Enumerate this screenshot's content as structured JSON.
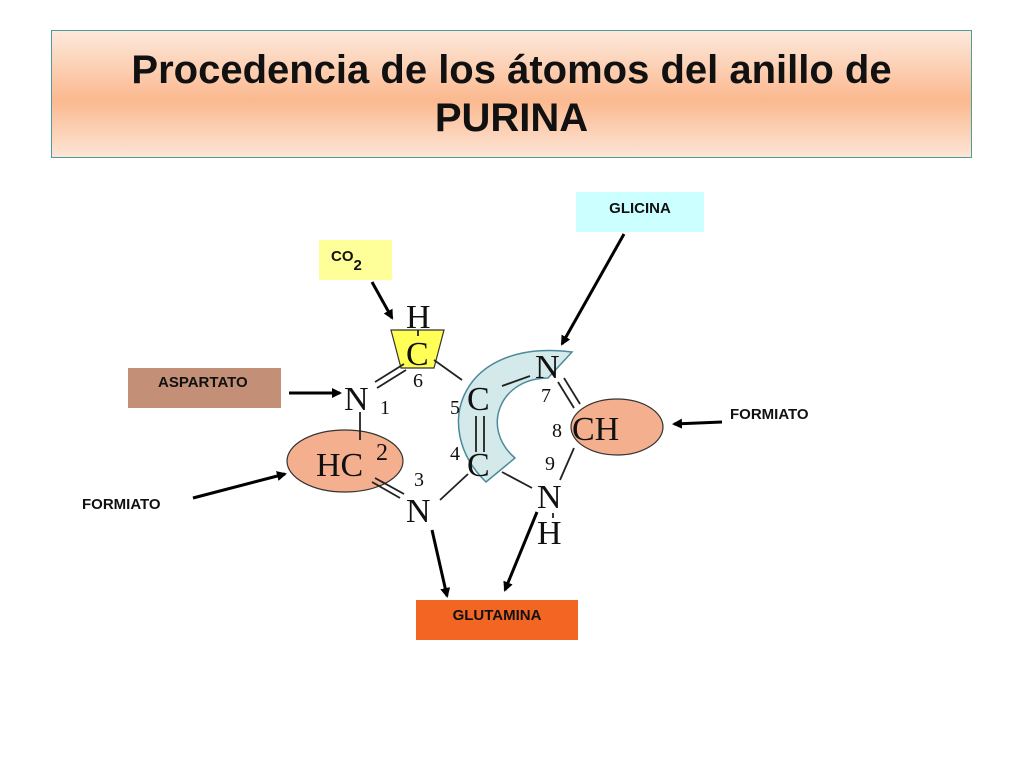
{
  "title": {
    "line1": "Procedencia de los átomos del anillo de",
    "line2": "PURINA"
  },
  "sources": {
    "glicina": "GLICINA",
    "co2_main": "CO",
    "co2_sub": "2",
    "aspartato": "ASPARTATO",
    "formiato_right": "FORMIATO",
    "formiato_left": "FORMIATO",
    "glutamina": "GLUTAMINA"
  },
  "structure": {
    "atoms": {
      "h_top": "H",
      "c6": "C",
      "n1": "N",
      "hc2_main": "HC",
      "hc2_num": "2",
      "n3": "N",
      "c4": "C",
      "c5": "C",
      "n7": "N",
      "ch8": "CH",
      "n9": "N",
      "h_bottom": "H"
    },
    "numbers": {
      "n1": "1",
      "n3": "3",
      "n4": "4",
      "n5": "5",
      "n6": "6",
      "n7": "7",
      "n8": "8",
      "n9": "9"
    }
  },
  "colors": {
    "co2_fill": "#ffff99",
    "glicina_fill": "#ccffff",
    "glicina_arc": "#d4e9ea",
    "aspartato_fill": "#c48f77",
    "formiato_fill": "#f4b08e",
    "glutamina_fill": "#f26522",
    "title_gradient": "#fbb98f"
  }
}
